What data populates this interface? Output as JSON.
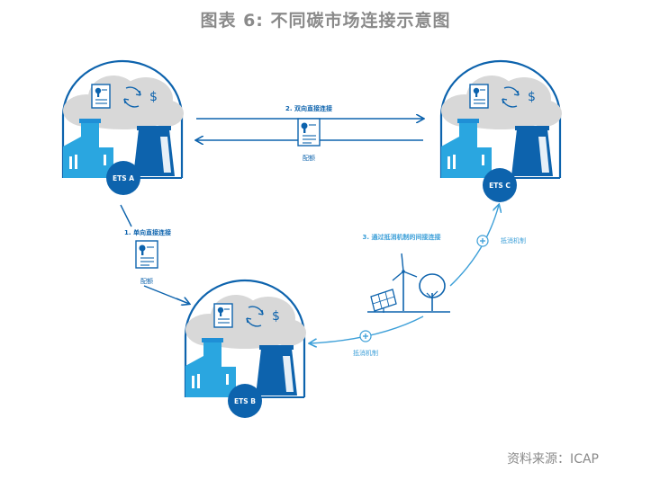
{
  "title": "图表 6:  不同碳市场连接示意图",
  "source": "资料来源：ICAP",
  "colors": {
    "dark_blue": "#0d63ad",
    "mid_blue": "#1f8fd6",
    "light_blue": "#2aa6e0",
    "cloud_gray": "#d8d8d8",
    "arrow_blue": "#3c9fd8",
    "title_gray": "#8a8a8a"
  },
  "nodes": {
    "ets_a": "ETS A",
    "ets_b": "ETS B",
    "ets_c": "ETS C"
  },
  "links": {
    "bilateral": {
      "label": "2. 双向直接连接",
      "doc_label": "配额"
    },
    "unilateral": {
      "label": "1. 单向直接连接",
      "doc_label": "配额"
    },
    "indirect": {
      "label": "3. 通过抵消机制的间接连接",
      "offset_label_upper": "抵消机制",
      "offset_label_lower": "抵消机制"
    }
  },
  "icons": {
    "document": "certificate-icon",
    "cycle": "refresh-cycle-icon",
    "currency": "dollar-icon",
    "factory": "factory-icon",
    "cooling_tower": "cooling-tower-icon",
    "wind": "wind-turbine-icon",
    "solar": "solar-panel-icon",
    "tree": "tree-icon",
    "plus": "plus-circle-icon"
  }
}
